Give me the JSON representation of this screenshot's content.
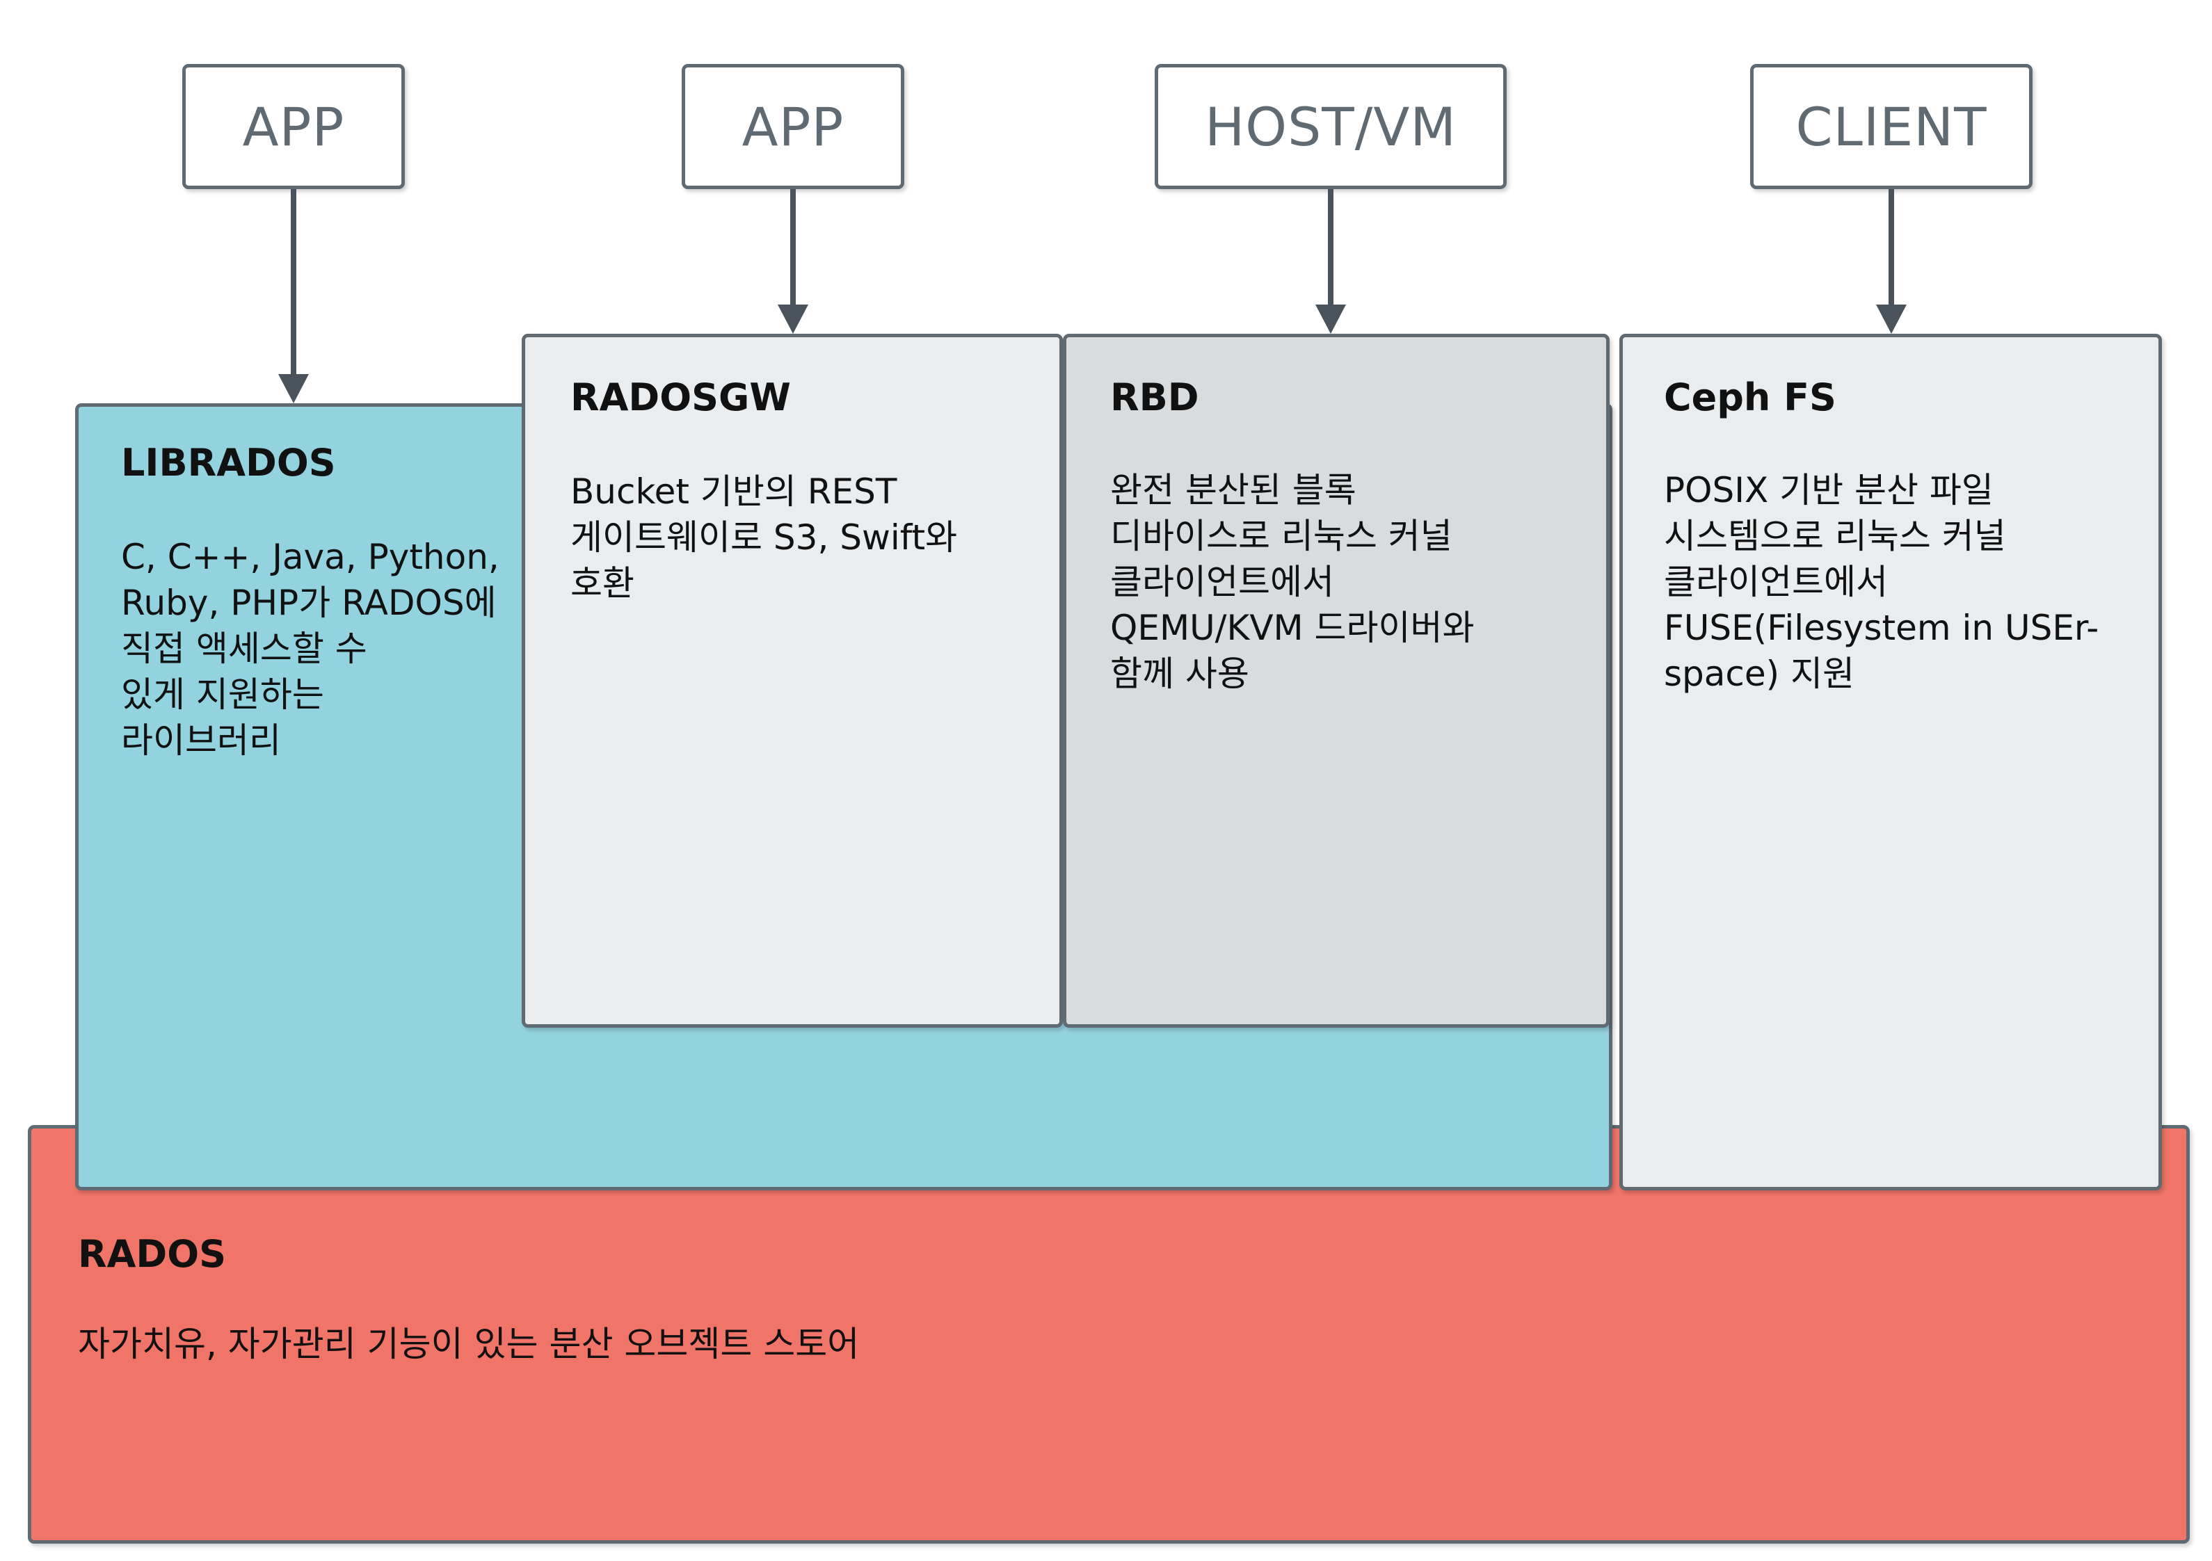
{
  "colors": {
    "rados_fill": "#f07468",
    "librados_fill": "#93d3df",
    "radosgw_fill": "#eaedef",
    "rbd_fill": "#d8dcde",
    "cephfs_fill": "#eaedef",
    "border": "#5f6a72",
    "arrow": "#4a535b"
  },
  "clients": [
    {
      "label": "APP"
    },
    {
      "label": "APP"
    },
    {
      "label": "HOST/VM"
    },
    {
      "label": "CLIENT"
    }
  ],
  "librados": {
    "title": "LIBRADOS",
    "description": "C, C++, Java, Python,\nRuby, PHP가 RADOS에\n직접 액세스할 수\n있게 지원하는\n라이브러리"
  },
  "radosgw": {
    "title": "RADOSGW",
    "description": "Bucket 기반의 REST\n게이트웨이로 S3, Swift와\n호환"
  },
  "rbd": {
    "title": "RBD",
    "description": "완전 분산된 블록\n디바이스로 리눅스 커널\n클라이언트에서\nQEMU/KVM 드라이버와\n함께 사용"
  },
  "cephfs": {
    "title": "Ceph FS",
    "description": "POSIX 기반 분산 파일\n시스템으로 리눅스 커널\n클라이언트에서\nFUSE(Filesystem in USEr-\nspace) 지원"
  },
  "rados": {
    "title": "RADOS",
    "description": "자가치유, 자가관리 기능이 있는 분산 오브젝트 스토어"
  }
}
